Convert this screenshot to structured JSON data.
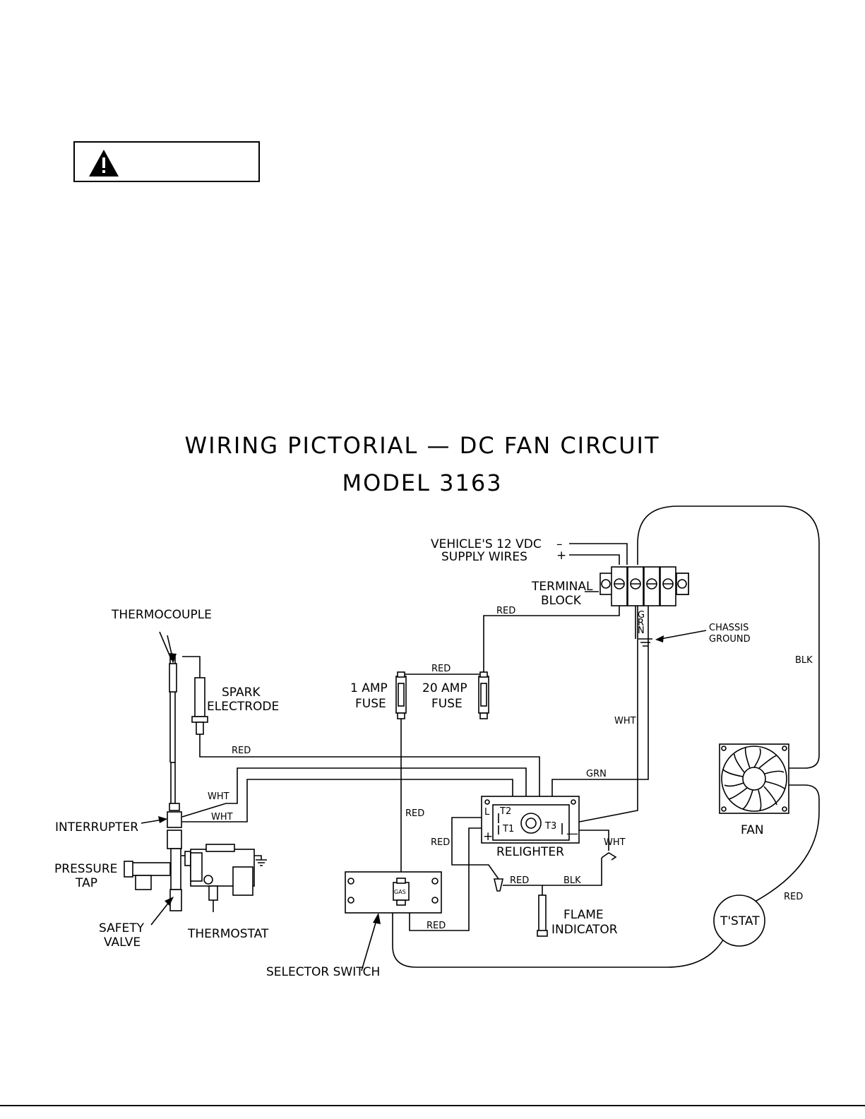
{
  "warning": {
    "icon": "warning-triangle-icon",
    "label": ""
  },
  "title": {
    "line1": "WIRING PICTORIAL — DC FAN CIRCUIT",
    "line2": "MODEL 3163"
  },
  "labels": {
    "vehicle_line1": "VEHICLE'S 12 VDC",
    "vehicle_line2": "SUPPLY WIRES",
    "minus": "–",
    "plus": "+",
    "terminal_line1": "TERMINAL",
    "terminal_line2": "BLOCK",
    "chassis_line1": "CHASSIS",
    "chassis_line2": "GROUND",
    "thermocouple": "THERMOCOUPLE",
    "spark_line1": "SPARK",
    "spark_line2": "ELECTRODE",
    "fuse1_line1": "1 AMP",
    "fuse1_line2": "FUSE",
    "fuse2_line1": "20 AMP",
    "fuse2_line2": "FUSE",
    "interrupter": "INTERRUPTER",
    "pressure_line1": "PRESSURE",
    "pressure_line2": "TAP",
    "safety_line1": "SAFETY",
    "safety_line2": "VALVE",
    "thermostat": "THERMOSTAT",
    "selector": "SELECTOR SWITCH",
    "gas": "GAS",
    "relighter": "RELIGHTER",
    "flame_line1": "FLAME",
    "flame_line2": "INDICATOR",
    "fan": "FAN",
    "tstat": "T'STAT",
    "t1": "T1",
    "t2": "T2",
    "t3": "T3",
    "l": "L",
    "relighter_plus": "+",
    "relighter_minus": "—"
  },
  "wire_labels": {
    "red_terminal": "RED",
    "grn_vertical": "GRN",
    "blk_fan": "BLK",
    "red_fuses": "RED",
    "wht_relighter": "WHT",
    "red_spark": "RED",
    "grn_relighter": "GRN",
    "wht_upper": "WHT",
    "wht_lower": "WHT",
    "red_fuse_down": "RED",
    "red_relighter_left": "RED",
    "wht_flame": "WHT",
    "red_flame": "RED",
    "blk_flame": "BLK",
    "red_selector": "RED",
    "red_tstat": "RED"
  }
}
